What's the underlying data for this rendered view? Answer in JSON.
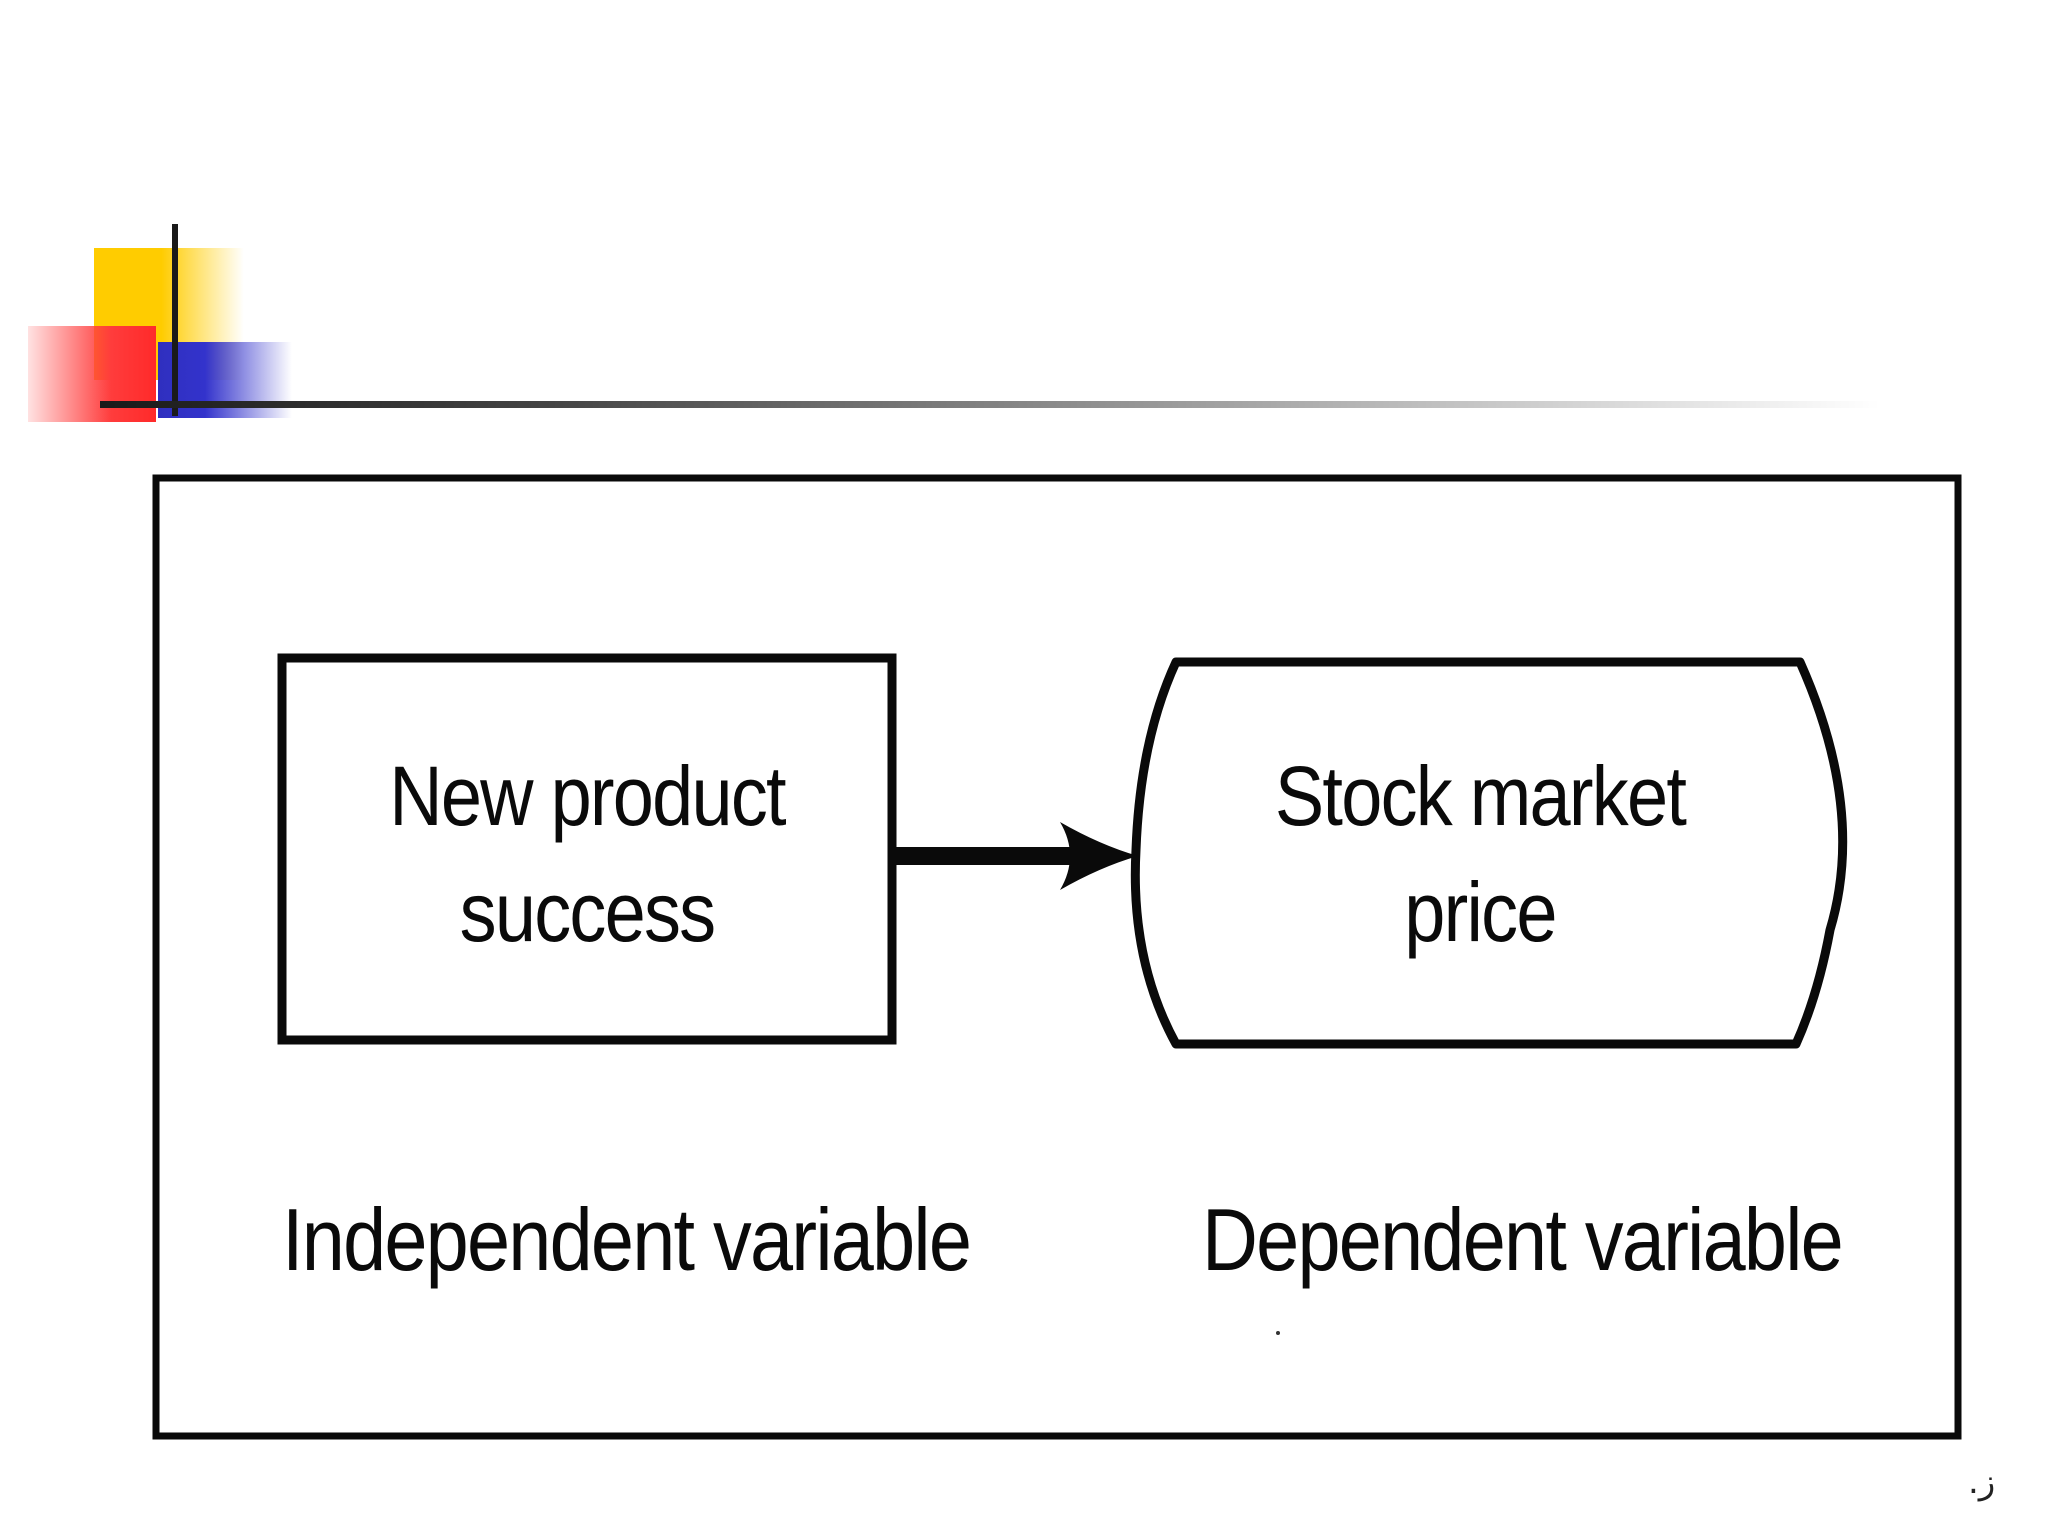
{
  "slide": {
    "corner_mark": ".ز"
  },
  "diagram": {
    "nodes": [
      {
        "id": "independent",
        "label": "New product\nsuccess",
        "shape": "rectangle"
      },
      {
        "id": "dependent",
        "label": "Stock market\nprice",
        "shape": "rounded-sided"
      }
    ],
    "edges": [
      {
        "from": "independent",
        "to": "dependent",
        "style": "thick-arrow"
      }
    ],
    "labels": {
      "independent": "Independent variable",
      "dependent": "Dependent variable"
    },
    "colors": {
      "stroke": "#0a0a0a",
      "accent_yellow": "#ffcc00",
      "accent_red": "#ff3c3c",
      "accent_blue": "#3333cc"
    }
  }
}
